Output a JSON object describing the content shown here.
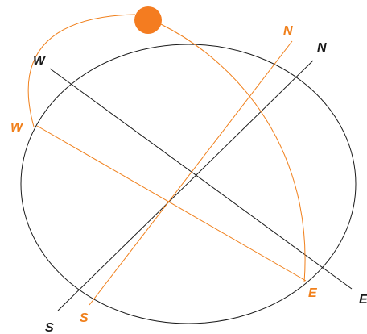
{
  "colors": {
    "black": "#1a1a1a",
    "orange": "#f07f1a",
    "sun": "#f47c20"
  },
  "labels": {
    "black_w": "W",
    "black_n": "N",
    "black_s": "S",
    "black_e": "E",
    "orange_w": "W",
    "orange_n": "N",
    "orange_s": "S",
    "orange_e": "E"
  }
}
